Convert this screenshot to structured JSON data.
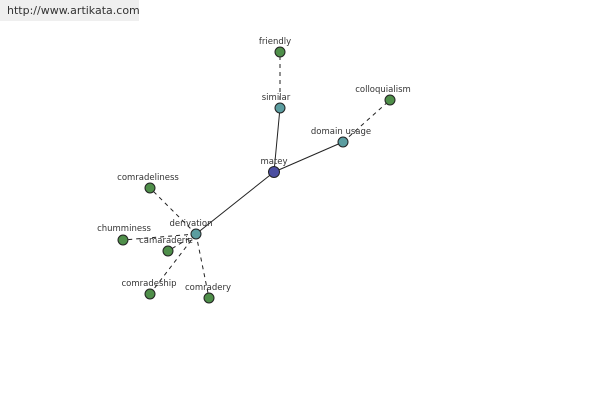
{
  "header": {
    "url": "http://www.artikata.com"
  },
  "graph": {
    "center": "matey",
    "nodes": {
      "matey": {
        "label": "matey",
        "role": "center",
        "color": "#4b4ea0"
      },
      "similar": {
        "label": "similar",
        "role": "relation",
        "color": "#5b9da0"
      },
      "friendly": {
        "label": "friendly",
        "role": "term",
        "color": "#4f8f4a"
      },
      "domain_usage": {
        "label": "domain usage",
        "role": "relation",
        "color": "#5b9da0"
      },
      "colloquialism": {
        "label": "colloquialism",
        "role": "term",
        "color": "#4f8f4a"
      },
      "derivation": {
        "label": "derivation",
        "role": "relation",
        "color": "#5b9da0"
      },
      "comradeliness": {
        "label": "comradeliness",
        "role": "term",
        "color": "#4f8f4a"
      },
      "chumminess": {
        "label": "chumminess",
        "role": "term",
        "color": "#4f8f4a"
      },
      "camaraderie": {
        "label": "camaraderie",
        "role": "term",
        "color": "#4f8f4a"
      },
      "comradeship": {
        "label": "comradeship",
        "role": "term",
        "color": "#4f8f4a"
      },
      "comradery": {
        "label": "comradery",
        "role": "term",
        "color": "#4f8f4a"
      }
    },
    "edges": [
      {
        "from": "matey",
        "to": "similar",
        "style": "solid"
      },
      {
        "from": "similar",
        "to": "friendly",
        "style": "dashed"
      },
      {
        "from": "matey",
        "to": "domain_usage",
        "style": "solid"
      },
      {
        "from": "domain_usage",
        "to": "colloquialism",
        "style": "dashed"
      },
      {
        "from": "matey",
        "to": "derivation",
        "style": "solid"
      },
      {
        "from": "derivation",
        "to": "comradeliness",
        "style": "dashed"
      },
      {
        "from": "derivation",
        "to": "chumminess",
        "style": "dashed"
      },
      {
        "from": "derivation",
        "to": "camaraderie",
        "style": "dashed"
      },
      {
        "from": "derivation",
        "to": "comradeship",
        "style": "dashed"
      },
      {
        "from": "derivation",
        "to": "comradery",
        "style": "dashed"
      }
    ]
  }
}
